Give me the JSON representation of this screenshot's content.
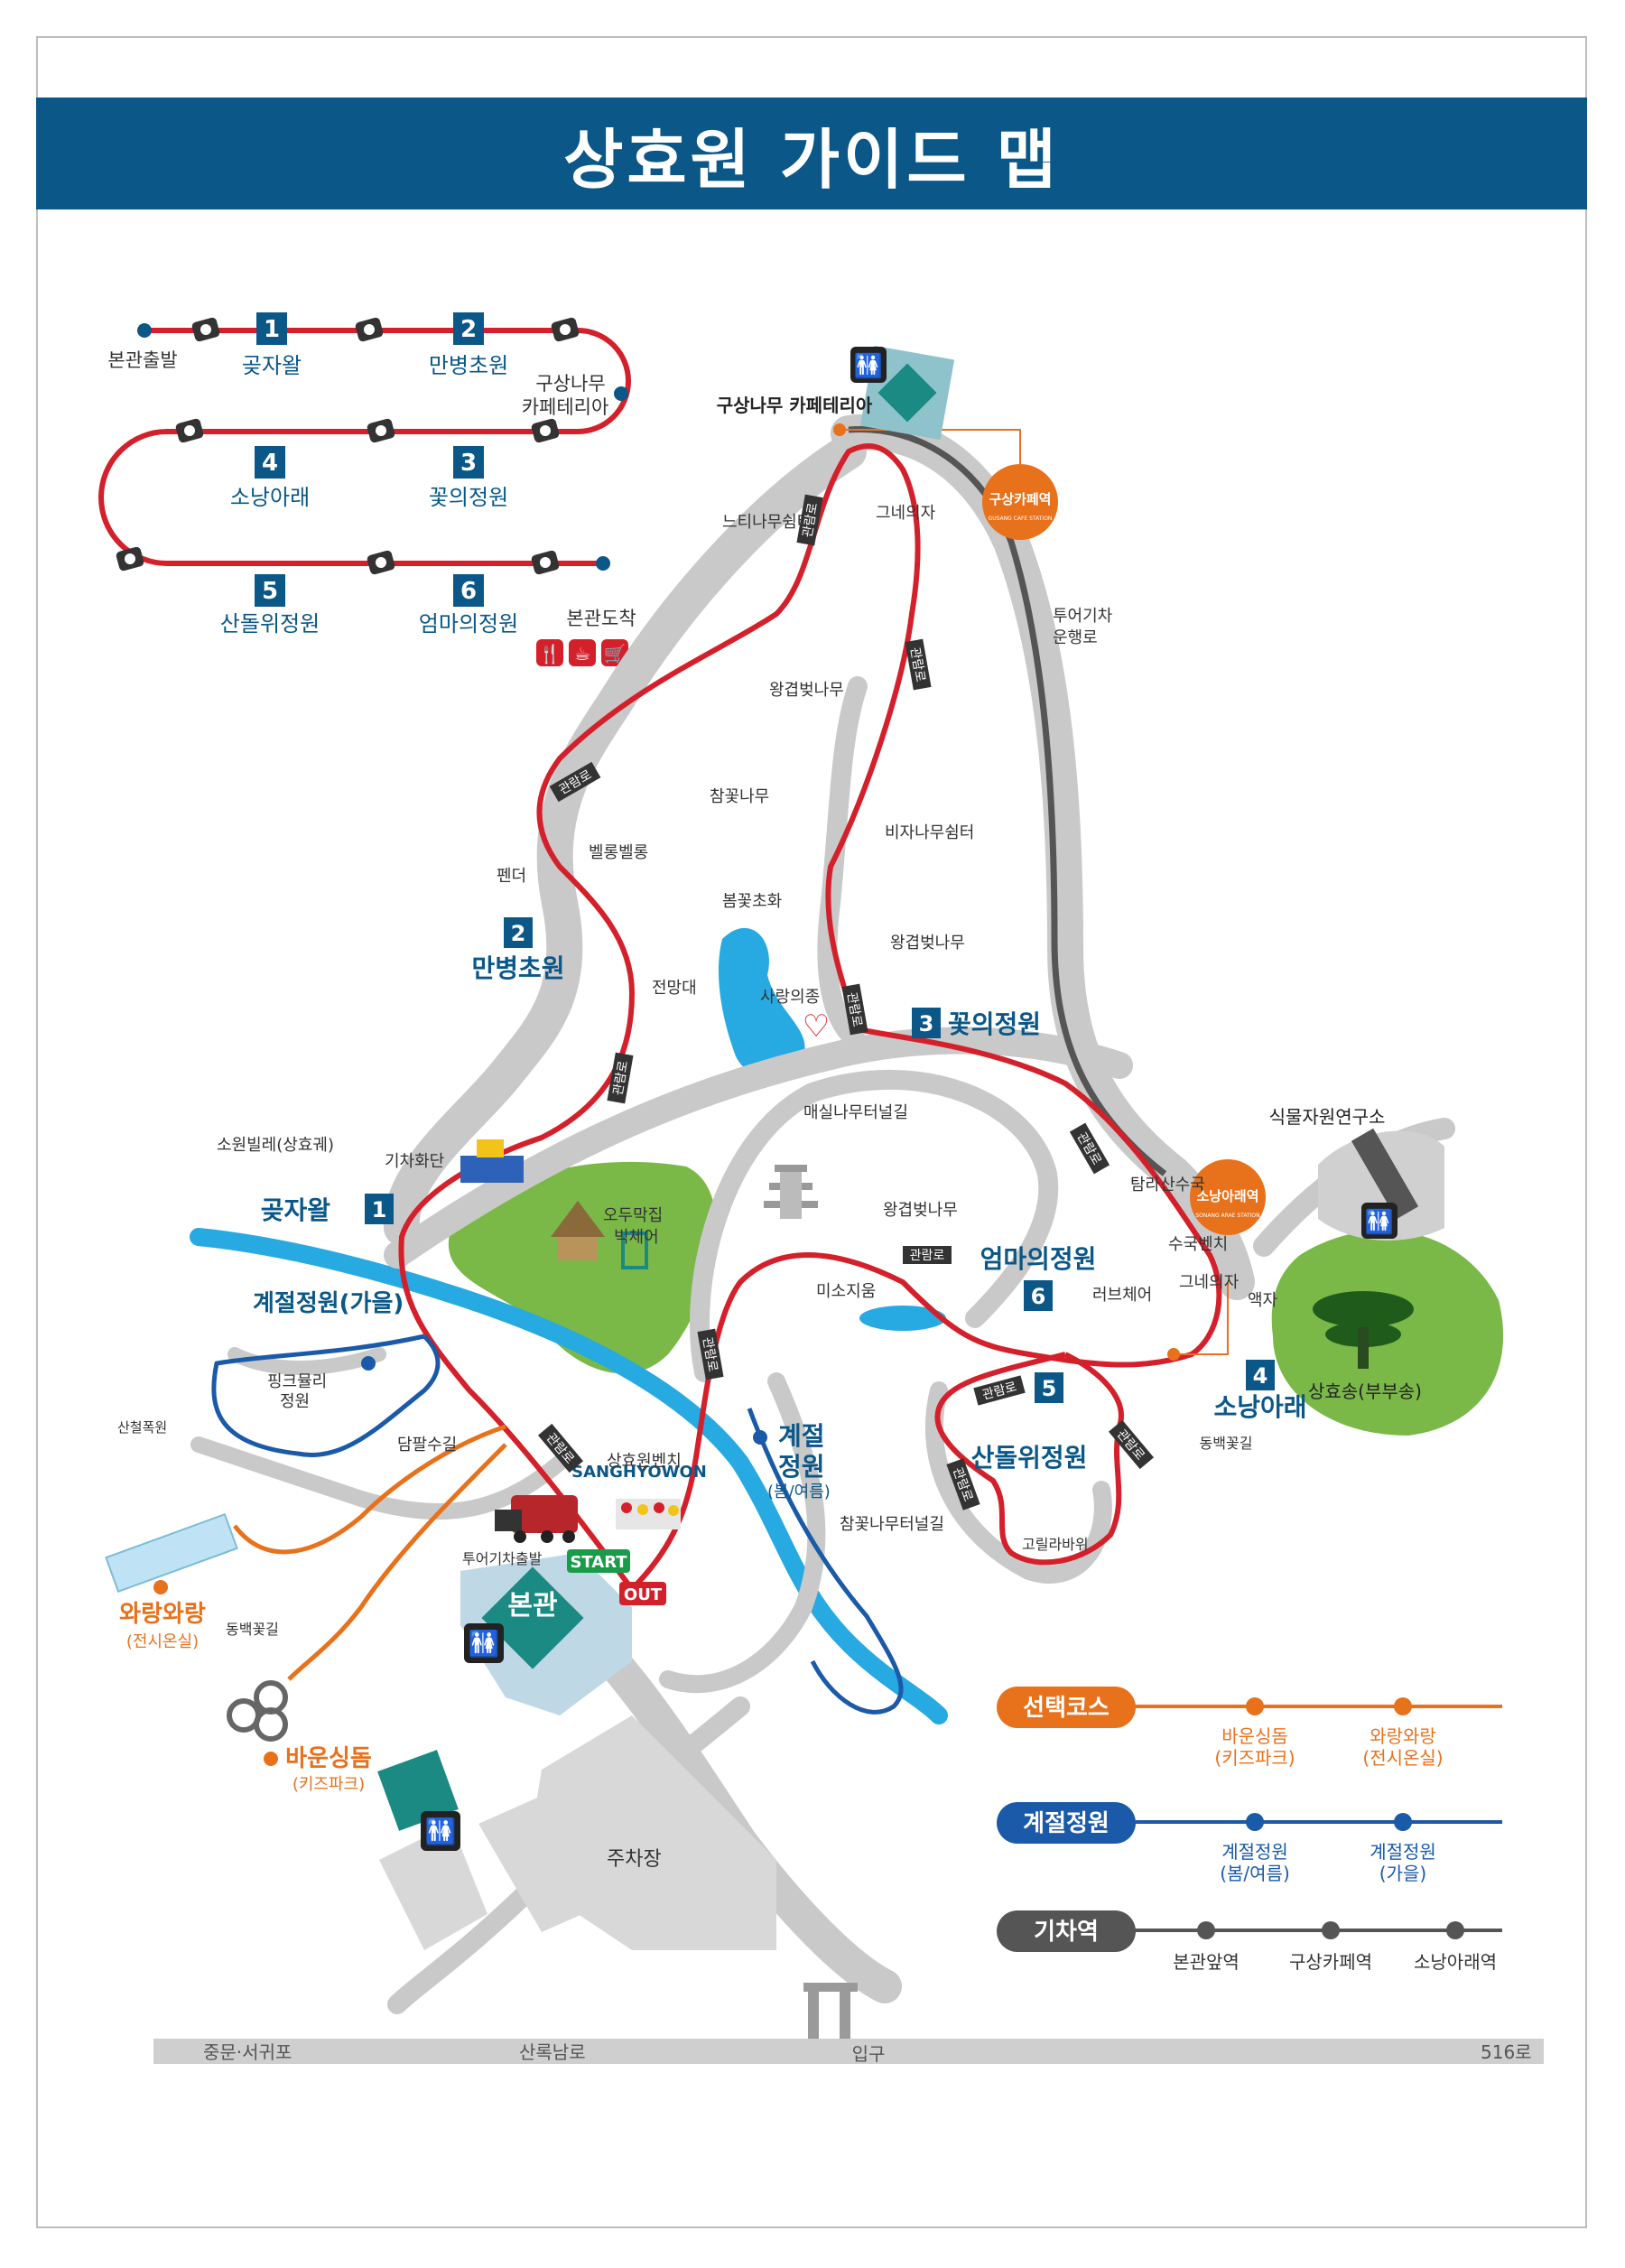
{
  "title": "상효원 가이드 맵",
  "colors": {
    "header": "#0a5788",
    "tour_route": "#d4202a",
    "seasonal": "#1a5aa8",
    "optional": "#e8711b",
    "train": "#555555",
    "road": "#c9c9c9",
    "stream": "#27a9e1",
    "lawn": "#7ab847"
  },
  "course_legend": {
    "stops": [
      "본관출발",
      "곶자왈",
      "만병초원",
      "구상나무\n카페테리아",
      "꽃의정원",
      "소낭아래",
      "산돌위정원",
      "엄마의정원",
      "본관도착"
    ],
    "numbered": [
      {
        "num": "1",
        "label": "곶자왈"
      },
      {
        "num": "2",
        "label": "만병초원"
      },
      {
        "num": "3",
        "label": "꽃의정원"
      },
      {
        "num": "4",
        "label": "소낭아래"
      },
      {
        "num": "5",
        "label": "산돌위정원"
      },
      {
        "num": "6",
        "label": "엄마의정원"
      }
    ],
    "start": "본관출발",
    "cafeteria_1": "구상나무",
    "cafeteria_2": "카페테리아",
    "end": "본관도착",
    "amenity_icons": [
      "restaurant-icon",
      "cafe-icon",
      "shop-icon"
    ]
  },
  "map": {
    "numbered_gardens": [
      {
        "num": "1",
        "label": "곶자왈"
      },
      {
        "num": "2",
        "label": "만병초원"
      },
      {
        "num": "3",
        "label": "꽃의정원"
      },
      {
        "num": "4",
        "label": "소낭아래"
      },
      {
        "num": "5",
        "label": "산돌위정원"
      },
      {
        "num": "6",
        "label": "엄마의정원"
      }
    ],
    "seasonal_spring": [
      "계절",
      "정원",
      "(봄/여름)"
    ],
    "seasonal_autumn": "계절정원(가을)",
    "optional_exhibit": [
      "와랑와랑",
      "(전시온실)"
    ],
    "optional_kids": [
      "바운싱돔",
      "(키즈파크)"
    ],
    "main_building": "본관",
    "start_tag": "START",
    "out_tag": "OUT",
    "station_badges": [
      {
        "name": "구상카페역",
        "sub": "GUSANG CAFE STATION"
      },
      {
        "name": "소낭아래역",
        "sub": "SONANG ARAE STATION"
      }
    ],
    "road_sign": "관람로",
    "bench_sign": "SANGHYOWON",
    "labels": {
      "cafeteria": "구상나무 카페테리아",
      "swing_top": "그네의자",
      "zelkova_shelter": "느티나무쉼터",
      "train_route": [
        "투어기차",
        "운행로"
      ],
      "royal_cherry_top": "왕겹벚나무",
      "azalea": "참꽃나무",
      "yew_shelter": "비자나무쉼터",
      "penguin": "펜더",
      "bellong": "벨롱벨롱",
      "spring_garden": "봄꽃초화",
      "royal_cherry_mid": "왕겹벚나무",
      "observatory": "전망대",
      "love_bell": "사랑의종",
      "plum_tunnel": "매실나무터널길",
      "institute": "식물자원연구소",
      "deeryard": "탐라산수국",
      "hydrangea_bench": "수국벤치",
      "swing_right": "그네의자",
      "frame": "액자",
      "villa": "소원빌레(상효궤)",
      "train_stage": "기차화단",
      "oduk": [
        "오두막집",
        "빅체어"
      ],
      "royal_cherry_low": "왕겹벚나무",
      "smile_pond": "미소지움",
      "love_chair": "러브체어",
      "sanghyo_pine": "상효송(부부송)",
      "camellia_right": "동백꽃길",
      "pink_muhly": [
        "핑크뮬리",
        "정원"
      ],
      "cheol_falls": "산철폭원",
      "tangerine": "담팔수길",
      "bench": "상효원벤치",
      "train_departure": "투어기차출발",
      "azalea_tunnel": "참꽃나무터널길",
      "gorilla": "고릴라바위",
      "camellia_left": "동백꽃길",
      "parking": "주차장",
      "entrance": "입구"
    },
    "bottom_road": {
      "left": "중문·서귀포",
      "mid": "산록남로",
      "right": "516로"
    }
  },
  "route_legend": [
    {
      "title": "선택코스",
      "color": "#e8711b",
      "points": [
        "바운싱돔\n(키즈파크)",
        "와랑와랑\n(전시온실)"
      ],
      "p1": [
        "바운싱돔",
        "(키즈파크)"
      ],
      "p2": [
        "와랑와랑",
        "(전시온실)"
      ]
    },
    {
      "title": "계절정원",
      "color": "#1a5aa8",
      "p1": [
        "계절정원",
        "(봄/여름)"
      ],
      "p2": [
        "계절정원",
        "(가을)"
      ]
    },
    {
      "title": "기차역",
      "color": "#555555",
      "p1": "본관앞역",
      "p2": "구상카페역",
      "p3": "소낭아래역"
    }
  ]
}
